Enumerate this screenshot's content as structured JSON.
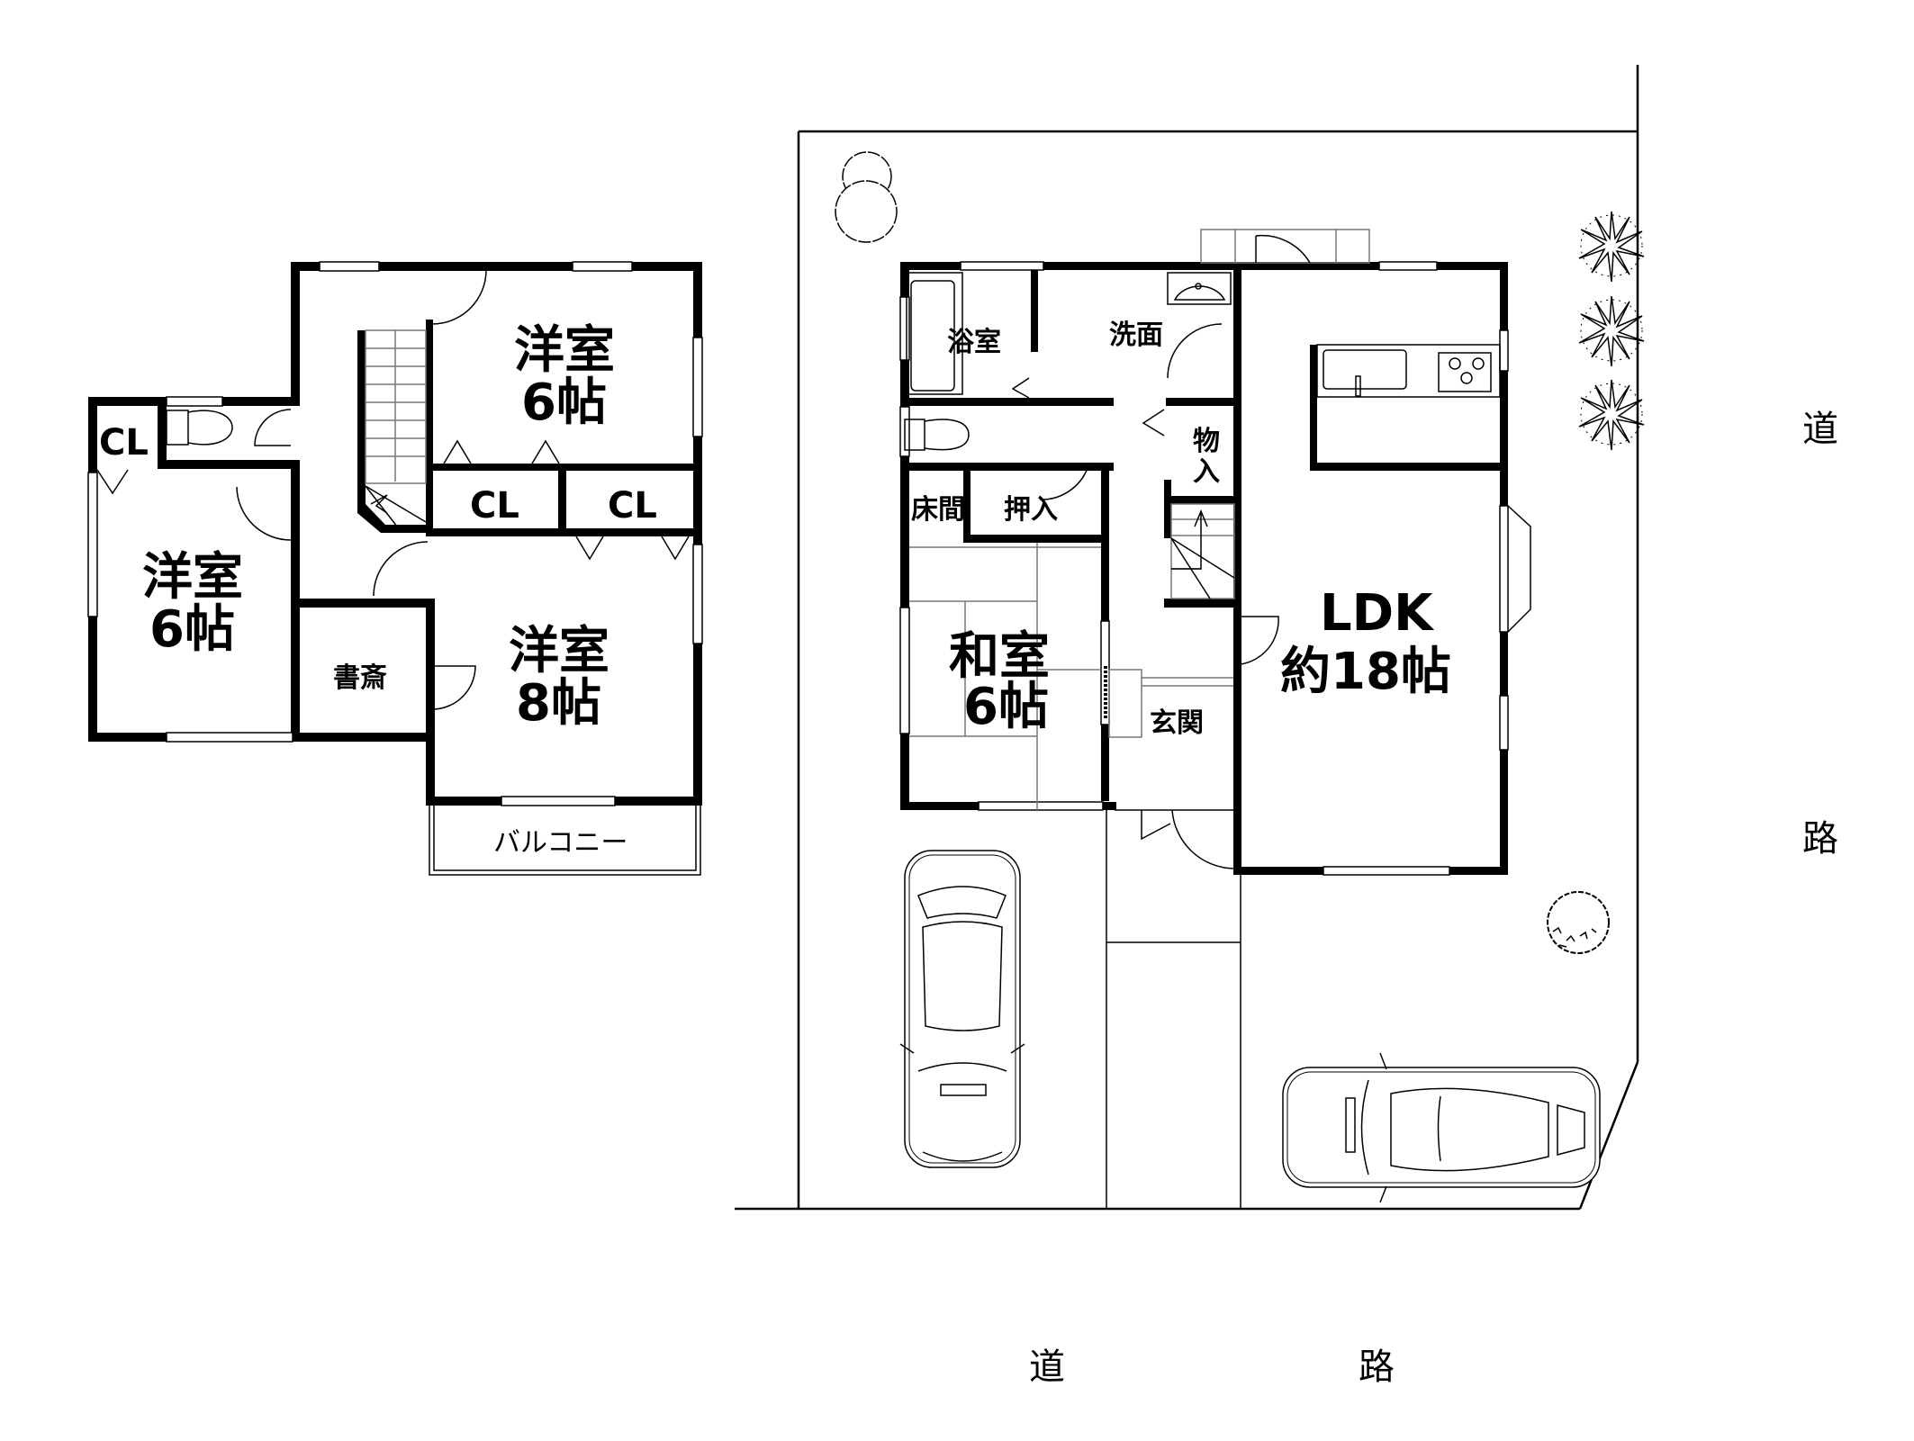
{
  "floor2": {
    "rooms": [
      {
        "name": "洋室",
        "size": "6帖"
      },
      {
        "name": "洋室",
        "size": "6帖"
      },
      {
        "name": "洋室",
        "size": "8帖"
      }
    ],
    "closets": [
      "CL",
      "CL",
      "CL"
    ],
    "study": "書斎",
    "balcony": "バルコニー"
  },
  "floor1": {
    "bath": "浴室",
    "washroom": "洗面",
    "storage": [
      "物",
      "入"
    ],
    "tokonoma": "床間",
    "oshiire": "押入",
    "washitsu": {
      "name": "和室",
      "size": "6帖"
    },
    "genkan": "玄関",
    "ldk": {
      "name": "LDK",
      "size": "約18帖"
    }
  },
  "road": {
    "east": [
      "道",
      "路"
    ],
    "south": [
      "道",
      "路"
    ]
  },
  "icons": [
    "toilet-icon",
    "stair-icon",
    "tree-icon",
    "shrub-icon",
    "car-icon",
    "sink-icon",
    "stove-icon",
    "bathtub-icon",
    "door-swing-icon"
  ]
}
